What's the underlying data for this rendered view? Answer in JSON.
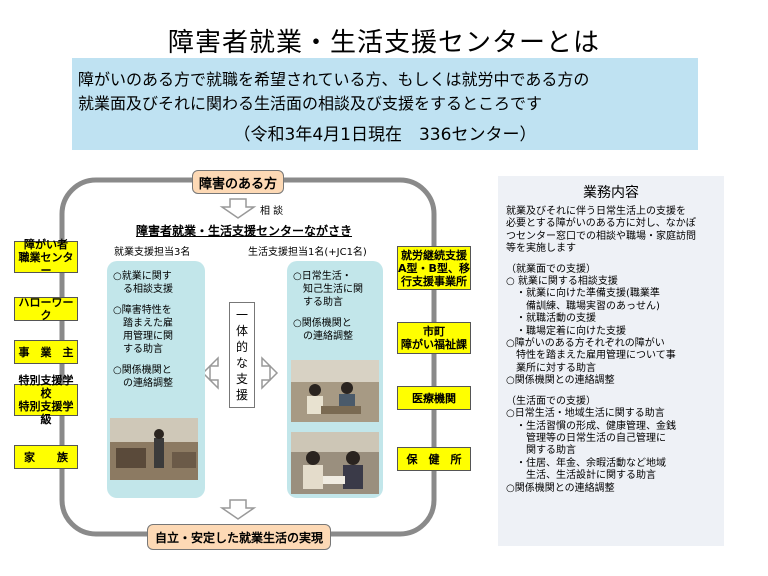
{
  "title": "障害者就業・生活支援センターとは",
  "banner": {
    "line1": "障がいのある方で就職を希望されている方、もしくは就労中である方の",
    "line2": "就業面及びそれに関わる生活面の相談及び支援をするところです",
    "line3": "（令和3年4月1日現在　336センター）"
  },
  "diagram": {
    "top_box": "障害のある方",
    "consult_label": "相 談",
    "center_name": "障害者就業・生活支援センターながさき",
    "left_staff": "就業支援担当3名",
    "right_staff": "生活支援担当1名(+JC1名)",
    "left_items": [
      "○就業に関す",
      "　る相談支援",
      "○障害特性を",
      "　踏まえた雇",
      "　用管理に関",
      "　する助言",
      "○関係機関と",
      "　の連絡調整"
    ],
    "right_items": [
      "○日常生活・",
      "　知己生活に関",
      "　する助言",
      "○関係機関と",
      "　の連絡調整"
    ],
    "center_vertical": [
      "一",
      "体",
      "的",
      "な",
      "支",
      "援"
    ],
    "left_boxes": [
      [
        "障がい者",
        "職業センター"
      ],
      [
        "ハローワーク"
      ],
      [
        "事　業　主"
      ],
      [
        "特別支援学校",
        "特別支援学級"
      ],
      [
        "家　　族"
      ]
    ],
    "right_boxes": [
      [
        "就労継続支援",
        "A型・B型、移",
        "行支援事業所"
      ],
      [
        "市町",
        "障がい福祉課"
      ],
      [
        "医療機関"
      ],
      [
        "保　健　所"
      ]
    ],
    "bottom_box": "自立・安定した就業生活の実現"
  },
  "duties": {
    "heading": "業務内容",
    "lines": [
      "就業及びそれに伴う日常生活上の支援を",
      "必要とする障がいのある方に対し、なかぽ",
      "つセンター窓口での相談や職場・家庭訪問",
      "等を実施します",
      "",
      "（就業面での支援）",
      "○ 就業に関する相談支援",
      "　・就業に向けた準備支援(職業準",
      "　　備訓練、職場実習のあっせん)",
      "　・就職活動の支援",
      "　・職場定着に向けた支援",
      "○障がいのある方それぞれの障がい",
      "　特性を踏まえた雇用管理について事",
      "　業所に対する助言",
      "○関係機関との連絡調整",
      "",
      "（生活面での支援）",
      "○日常生活・地域生活に関する助言",
      "　・生活習慣の形成、健康管理、金銭",
      "　　管理等の日常生活の自己管理に",
      "　　関する助言",
      "　・住居、年金、余暇活動など地域",
      "　　生活、生活設計に関する助言",
      "○関係機関との連絡調整"
    ]
  }
}
